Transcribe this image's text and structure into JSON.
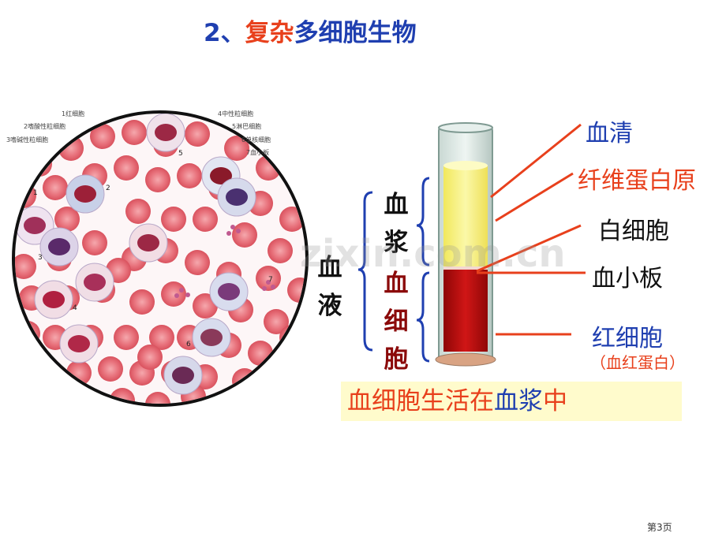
{
  "title": {
    "prefix": "2、",
    "highlight": "复杂",
    "rest": "多细胞生物"
  },
  "micrograph": {
    "legend_left": [
      "1红细胞",
      "2嗜酸性粒细胞",
      "3嗜碱性粒细胞"
    ],
    "legend_right": [
      "4中性粒细胞",
      "5淋巴细胞",
      "6单核细胞",
      "7血小板"
    ],
    "numbers": [
      "1",
      "2",
      "3",
      "4",
      "5",
      "6",
      "7"
    ]
  },
  "labels": {
    "blood": [
      "血",
      "液"
    ],
    "plasma": [
      "血",
      "浆"
    ],
    "cells": [
      "血",
      "细",
      "胞"
    ],
    "serum": "血清",
    "fibrinogen": "纤维蛋白原",
    "wbc": "白细胞",
    "platelet": "血小板",
    "rbc": "红细胞",
    "hemoglobin": "（血红蛋白）"
  },
  "summary": {
    "part1": "血细胞生活在",
    "part2": "血浆",
    "part3": "中"
  },
  "watermark": "zixin.com.cn",
  "page": "第3页",
  "colors": {
    "blue": "#1f3fb0",
    "red": "#e8401c",
    "dark_red": "#8b0a0a",
    "plasma": "#f7f07a",
    "blood": "#c40f0f",
    "box": "#fffbcc"
  }
}
